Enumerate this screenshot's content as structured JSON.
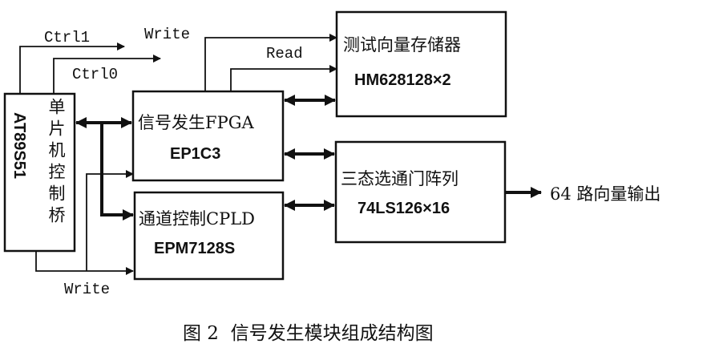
{
  "blocks": {
    "mcu": {
      "name": "AT89S51",
      "title": "单片机控制桥"
    },
    "fpga": {
      "title": "信号发生FPGA",
      "part": "EP1C3"
    },
    "cpld": {
      "title": "通道控制CPLD",
      "part": "EPM7128S"
    },
    "memory": {
      "title": "测试向量存储器",
      "part": "HM628128×2"
    },
    "tristate": {
      "title": "三态选通门阵列",
      "part": "74LS126×16"
    }
  },
  "signals": {
    "ctrl1": "Ctrl1",
    "ctrl0": "Ctrl0",
    "write_top": "Write",
    "read": "Read",
    "write_bottom": "Write",
    "output": "64 路向量输出"
  },
  "caption": "图 2  信号发生模块组成结构图"
}
